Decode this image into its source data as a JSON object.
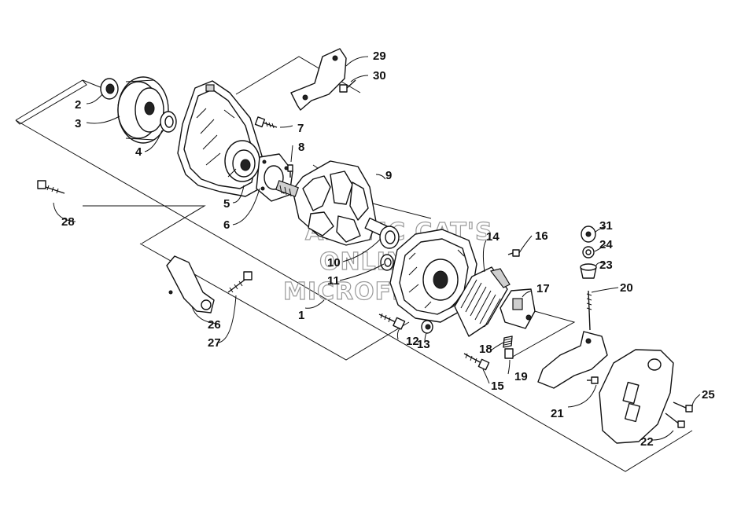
{
  "watermark": {
    "line1": "ARCTIC CAT'S",
    "line2": "ONLINE",
    "line3": "MICROFICHE"
  },
  "callouts": [
    {
      "id": "1",
      "text": "1"
    },
    {
      "id": "2",
      "text": "2"
    },
    {
      "id": "3",
      "text": "3"
    },
    {
      "id": "4",
      "text": "4"
    },
    {
      "id": "5",
      "text": "5"
    },
    {
      "id": "6",
      "text": "6"
    },
    {
      "id": "7",
      "text": "7"
    },
    {
      "id": "8",
      "text": "8"
    },
    {
      "id": "9",
      "text": "9"
    },
    {
      "id": "10",
      "text": "10"
    },
    {
      "id": "11",
      "text": "11"
    },
    {
      "id": "12",
      "text": "12"
    },
    {
      "id": "13",
      "text": "13"
    },
    {
      "id": "14",
      "text": "14"
    },
    {
      "id": "15",
      "text": "15"
    },
    {
      "id": "16",
      "text": "16"
    },
    {
      "id": "17",
      "text": "17"
    },
    {
      "id": "18",
      "text": "18"
    },
    {
      "id": "19",
      "text": "19"
    },
    {
      "id": "20",
      "text": "20"
    },
    {
      "id": "21",
      "text": "21"
    },
    {
      "id": "22",
      "text": "22"
    },
    {
      "id": "23",
      "text": "23"
    },
    {
      "id": "24",
      "text": "24"
    },
    {
      "id": "25",
      "text": "25"
    },
    {
      "id": "26",
      "text": "26"
    },
    {
      "id": "27",
      "text": "27"
    },
    {
      "id": "28",
      "text": "28"
    },
    {
      "id": "29",
      "text": "29"
    },
    {
      "id": "30",
      "text": "30"
    },
    {
      "id": "31",
      "text": "31"
    }
  ]
}
